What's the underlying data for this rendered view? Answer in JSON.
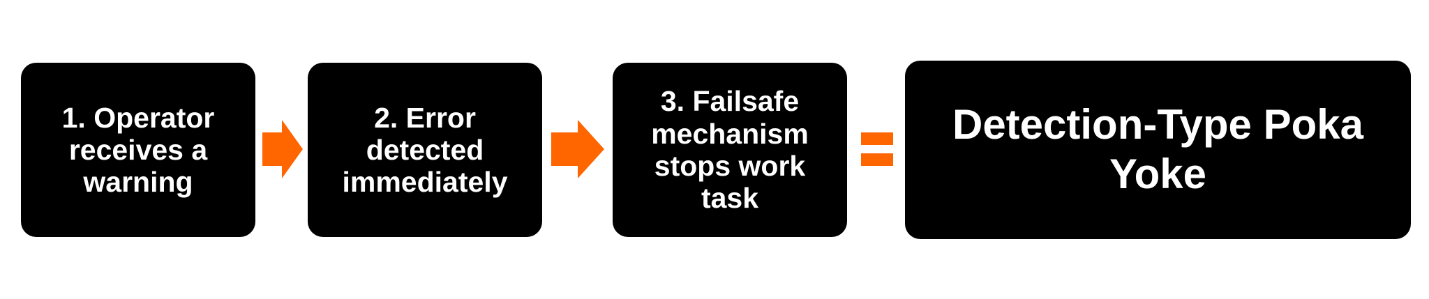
{
  "steps": [
    {
      "label": "1. Operator receives a warning"
    },
    {
      "label": "2. Error detected immediately"
    },
    {
      "label": "3. Failsafe mechanism stops work task"
    }
  ],
  "result": {
    "label": "Detection-Type Poka Yoke"
  },
  "colors": {
    "box": "#000000",
    "text": "#ffffff",
    "accent": "#ff6600"
  }
}
